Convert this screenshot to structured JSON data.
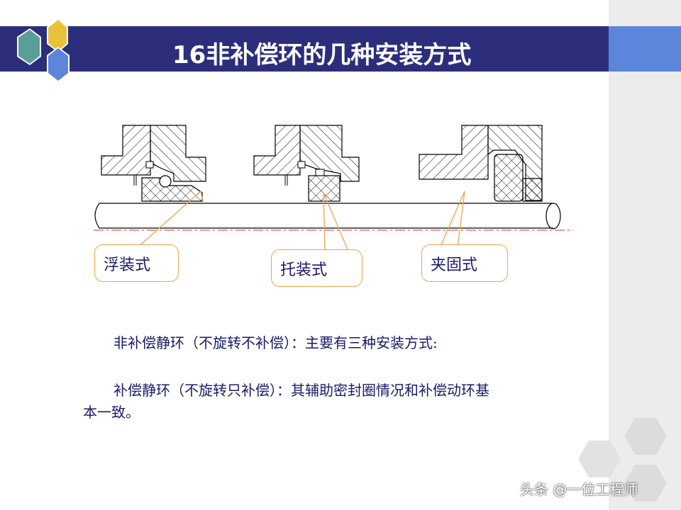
{
  "slide": {
    "title": "16非补偿环的几种安装方式"
  },
  "diagram": {
    "callouts": [
      {
        "id": "float",
        "label": "浮装式"
      },
      {
        "id": "support",
        "label": "托装式"
      },
      {
        "id": "clamp",
        "label": "夹固式"
      }
    ]
  },
  "body": {
    "line1": "非补偿静环（不旋转不补偿）：主要有三种安装方式:",
    "line2": "补偿静环（不旋转只补偿）：其辅助密封圈情况和补偿动环基",
    "line3": "本一致。"
  },
  "watermark": "头条 @一位工程师",
  "colors": {
    "title_bar": "#2c2e7c",
    "accent_bar": "#5b86d9",
    "callout_border": "#f2a24a",
    "text": "#1a1a6a",
    "hex_teal": "#5a9e98",
    "hex_gold": "#e8c23a",
    "hex_blue": "#5b86d9"
  }
}
